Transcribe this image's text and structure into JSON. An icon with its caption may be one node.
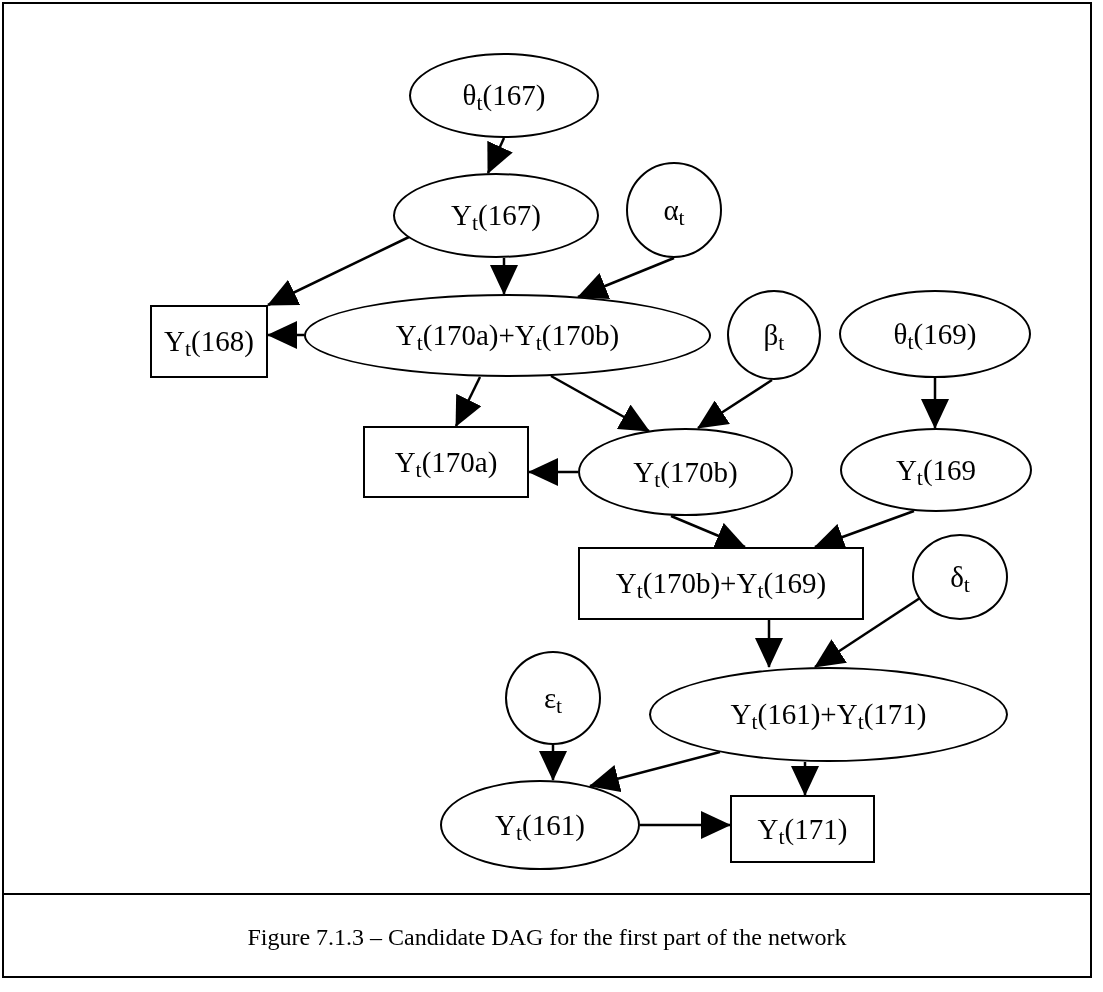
{
  "diagram": {
    "caption": "Figure 7.1.3 – Candidate DAG for the first part of the network",
    "nodes": [
      {
        "text": [
          "θ$_{t}$(167)"
        ]
      },
      {
        "text": [
          "Y$_{t}$(167)"
        ]
      },
      {
        "text": [
          "α$_{t}$"
        ]
      },
      {
        "text": [
          "Y$_{t}$(168)"
        ]
      },
      {
        "text": [
          "Y$_{t}$(170a)+Y$_{t}$(170b)"
        ]
      },
      {
        "text": [
          "β$_{t}$"
        ]
      },
      {
        "text": [
          "θ$_{t}$(169)"
        ]
      },
      {
        "text": [
          "Y$_{t}$(170a)"
        ]
      },
      {
        "text": [
          "Y$_{t}$(170b)"
        ]
      },
      {
        "text": [
          "Y$_{t}$(169"
        ]
      },
      {
        "text": [
          "Y$_{t}$(170b)+Y$_{t}$(169)"
        ]
      },
      {
        "text": [
          "δ$_{t}$"
        ]
      },
      {
        "text": [
          "ε$_{t}$"
        ]
      },
      {
        "text": [
          "Y$_{t}$(161)+Y$_{t}$(171)"
        ]
      },
      {
        "text": [
          "Y$_{t}$(161)"
        ]
      },
      {
        "text": [
          "Y$_{t}$(171)"
        ]
      }
    ],
    "edges": [
      {
        "from": 0,
        "to": 1,
        "arrow": "to"
      },
      {
        "from": 1,
        "to": 3,
        "arrow": "to"
      },
      {
        "from": 1,
        "to": 4,
        "arrow": "to"
      },
      {
        "from": 2,
        "to": 4,
        "arrow": "to"
      },
      {
        "from": 4,
        "to": 3,
        "arrow": "to"
      },
      {
        "from": 4,
        "to": 7,
        "arrow": "to"
      },
      {
        "from": 4,
        "to": 8,
        "arrow": "to"
      },
      {
        "from": 5,
        "to": 8,
        "arrow": "to"
      },
      {
        "from": 6,
        "to": 9,
        "arrow": "to"
      },
      {
        "from": 8,
        "to": 7,
        "arrow": "to"
      },
      {
        "from": 8,
        "to": 10,
        "arrow": "to"
      },
      {
        "from": 9,
        "to": 10,
        "arrow": "to"
      },
      {
        "from": 10,
        "to": 13,
        "arrow": "to"
      },
      {
        "from": 11,
        "to": 13,
        "arrow": "to"
      },
      {
        "from": 12,
        "to": 14,
        "arrow": "to"
      },
      {
        "from": 13,
        "to": 14,
        "arrow": "to"
      },
      {
        "from": 13,
        "to": 15,
        "arrow": "to"
      },
      {
        "from": 14,
        "to": 15,
        "arrow": "to"
      }
    ]
  }
}
